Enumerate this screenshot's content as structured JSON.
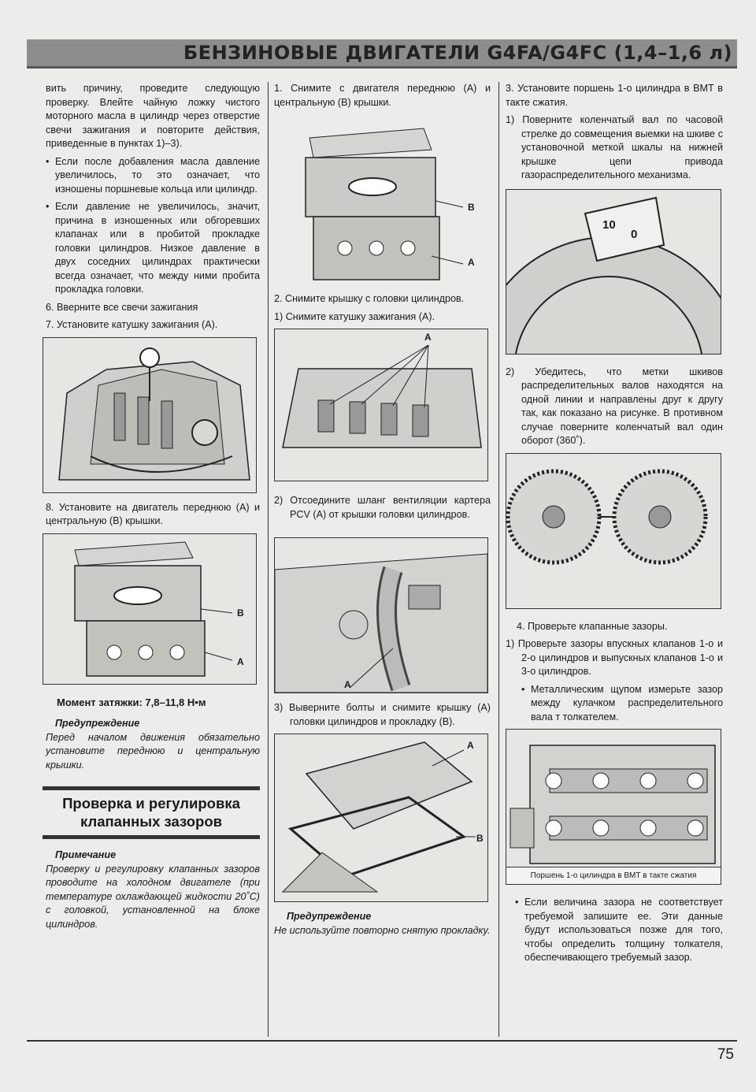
{
  "header": {
    "title": "БЕНЗИНОВЫЕ ДВИГАТЕЛИ G4FA/G4FC (1,4–1,6 л)"
  },
  "col1": {
    "p1": "вить причину, проведите следующую проверку. Влейте чайную ложку чистого моторного масла в цилиндр через отверстие свечи зажигания и повторите действия, приведенные в пунктах 1)–3).",
    "b1": "Если после добавления масла давление увеличилось, то это означает, что изношены поршневые кольца или цилиндр.",
    "b2": "Если давление не увеличилось, значит, причина в изношенных или обгоревших клапанах или в пробитой прокладке головки цилиндров. Низкое давление в двух соседних цилиндрах практически всегда означает, что между ними пробита прокладка головки.",
    "s6": "6. Вверните все свечи зажигания",
    "s7": "7. Установите катушку зажигания (А).",
    "s8": "8. Установите на двигатель переднюю (А) и центральную (В) крышки.",
    "fig2_a": "A",
    "fig2_b": "B",
    "torque": "Момент затяжки: 7,8–11,8 Н•м",
    "warn_h": "Предупреждение",
    "warn_t": "Перед началом движения обязательно установите переднюю и центральную крышки.",
    "section": "Проверка и регулировка клапанных зазоров",
    "note_h": "Примечание",
    "note_t": "Проверку и регулировку клапанных зазоров проводите на холодном двигателе (при температуре охлаждающей жидкости 20˚С) с головкой, установленной на блоке цилиндров."
  },
  "col2": {
    "s1": "1. Снимите с двигателя переднюю (А) и центральную (В) крышки.",
    "fig1_a": "A",
    "fig1_b": "B",
    "s2": "2. Снимите крышку с головки цилиндров.",
    "s2_1": "1) Снимите катушку зажигания (А).",
    "fig2_a": "A",
    "s2_2": "2) Отсоедините шланг вентиляции картера PCV (А) от крышки головки цилиндров.",
    "fig3_a": "A",
    "s2_3": "3) Выверните болты и снимите крышку (А) головки цилиндров и прокладку (В).",
    "fig4_a": "A",
    "fig4_b": "B",
    "warn_h": "Предупреждение",
    "warn_t": "Не используйте повторно снятую прокладку."
  },
  "col3": {
    "s3": "3. Установите поршень 1-о цилиндра в ВМТ в такте сжатия.",
    "s3_1": "1) Поверните коленчатый вал по часовой стрелке до совмещения выемки на шкиве с установочной меткой шкалы на нижней крышке цепи привода газораспределительного механизма.",
    "scale_10": "10",
    "scale_0": "0",
    "s3_2": "2) Убедитесь, что метки шкивов распределительных валов находятся на одной линии и направлены друг к другу так, как показано на рисунке. В противном случае поверните коленчатый вал один оборот (360˚).",
    "s4": "4. Проверьте клапанные зазоры.",
    "s4_1": "1) Проверьте зазоры впускных клапанов 1-о и 2-о цилиндров и выпускных клапанов 1-о и 3-о цилиндров.",
    "b1": "Металлическим щупом измерьте зазор между кулачком распределительного вала т толкателем.",
    "fig_caption": "Поршень 1-о цилиндра в ВМТ в такте сжатия",
    "b2": "Если величина зазора не соответствует требуемой запишите ее. Эти данные будут использоваться позже для того, чтобы определить толщину толкателя, обеспечивающего требуемый зазор."
  },
  "page": {
    "number": "75"
  }
}
